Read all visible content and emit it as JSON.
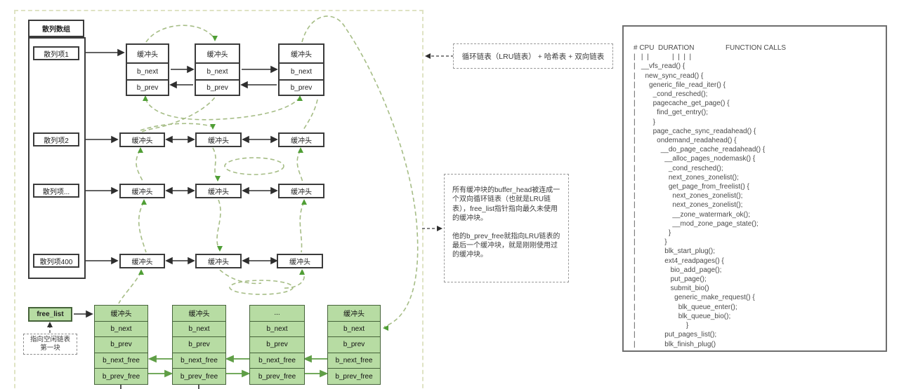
{
  "diagram": {
    "hash": {
      "title": "散列数组",
      "items": [
        "散列项1",
        "散列项2",
        "散列项...",
        "散列项400"
      ]
    },
    "bh": {
      "head": "缓冲头",
      "next": "b_next",
      "prev": "b_prev"
    },
    "free": {
      "label": "free_list",
      "note1": "指向空闲链表",
      "note2": "第一块"
    },
    "stack": {
      "head": "缓冲头",
      "head_ellipsis": "...",
      "cells": [
        "b_next",
        "b_prev",
        "b_next_free",
        "b_prev_free"
      ]
    },
    "legend": "循环链表（LRU链表） + 哈希表 + 双向链表",
    "note_p1": "所有缓冲块的buffer_head被连成一个双向循环链表（也就是LRU链表），free_list指针指向最久未使用的缓冲块。",
    "note_p2": "他的b_prev_free就指向LRU链表的最后一个缓冲块，就是刚刚使用过的缓冲块。"
  },
  "code_panel": {
    "lines": [
      "# CPU  DURATION                FUNCTION CALLS",
      "|   |  |            |  |  |  |",
      "|   __vfs_read() {",
      "|     new_sync_read() {",
      "|       generic_file_read_iter() {",
      "|         _cond_resched();",
      "|         pagecache_get_page() {",
      "|           find_get_entry();",
      "|         }",
      "|         page_cache_sync_readahead() {",
      "|           ondemand_readahead() {",
      "|             __do_page_cache_readahead() {",
      "|               __alloc_pages_nodemask() {",
      "|                 _cond_resched();",
      "|                 next_zones_zonelist();",
      "|                 get_page_from_freelist() {",
      "|                   next_zones_zonelist();",
      "|                   next_zones_zonelist();",
      "|                   __zone_watermark_ok();",
      "|                   __mod_zone_page_state();",
      "|                 }",
      "|               }",
      "|               blk_start_plug();",
      "|               ext4_readpages() {",
      "|                  bio_add_page();",
      "|                  put_page();",
      "|                  submit_bio()",
      "|                    generic_make_request() {",
      "|                      blk_queue_enter();",
      "|                      blk_queue_bio();",
      "|                          }",
      "|               put_pages_list();",
      "|               blk_finish_plug()"
    ]
  },
  "colors": {
    "green_fill": "#b7dca3",
    "green_border": "#46633a",
    "green_arrow": "#5f9e46",
    "dash_curve": "#a6bd86",
    "box_border": "#3b3b3b",
    "panel_border": "#6e6e6e"
  }
}
